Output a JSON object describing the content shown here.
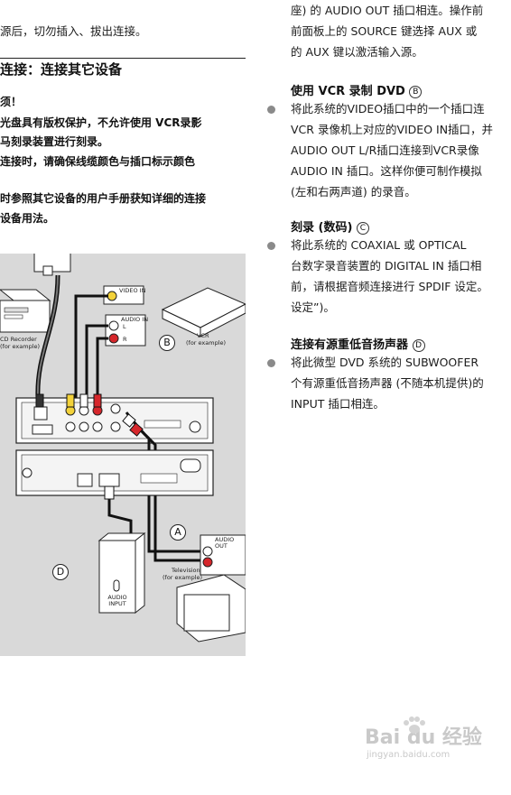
{
  "left": {
    "top_line": "源后，切勿插入、拔出连接。",
    "section_title": "连接：连接其它设备",
    "notice_title": "须！",
    "notice_line1": "光盘具有版权保护，不允许使用 VCR录影",
    "notice_line2": "马刻录装置进行刻录。",
    "notice_line3": "连接时，请确保线缆颜色与插口标示颜色",
    "notice_line4": "时参照其它设备的用户手册获知详细的连接",
    "notice_line5": "设备用法。"
  },
  "right": {
    "intro_line1": "座) 的 AUDIO OUT 插口相连。操作前",
    "intro_line2": "前面板上的 SOURCE 键选择 AUX 或",
    "intro_line3": "的 AUX 键以激活输入源。",
    "vcr": {
      "heading": "使用 VCR 录制 DVD",
      "letter": "B",
      "line1": "将此系统的VIDEO插口中的一个插口连",
      "line2": "VCR 录像机上对应的VIDEO IN插口，并",
      "line3": "AUDIO OUT L/R插口连接到VCR录像",
      "line4": "AUDIO IN 插口。这样你便可制作模拟",
      "line5": "(左和右两声道) 的录音。"
    },
    "digital": {
      "heading": "刻录 (数码)",
      "letter": "C",
      "line1": "将此系统的 COAXIAL 或 OPTICAL",
      "line2": "台数字录音装置的 DIGITAL IN 插口相",
      "line3": "前，请根据音频连接进行 SPDIF 设定。",
      "line4": "设定”)。"
    },
    "subwoofer": {
      "heading": "连接有源重低音扬声器",
      "letter": "D",
      "line1": "将此微型 DVD 系统的 SUBWOOFER",
      "line2": "个有源重低音扬声器 (不随本机提供)的",
      "line3": "INPUT 插口相连。"
    }
  },
  "diagram": {
    "cd_recorder": "CD Recorder",
    "cd_example": "(for example)",
    "vcr": "VCR",
    "vcr_example": "(for example)",
    "video_in": "VIDEO IN",
    "audio_in": "AUDIO IN",
    "audio_out": "AUDIO OUT",
    "television": "Television",
    "tv_example": "(for example)",
    "sub_label": "AUDIO INPUT",
    "letter_a": "A",
    "letter_b": "B",
    "letter_d": "D",
    "l": "L",
    "r": "R"
  },
  "watermark": {
    "brand": "Bai du 经验",
    "url": "jingyan.baidu.com"
  }
}
